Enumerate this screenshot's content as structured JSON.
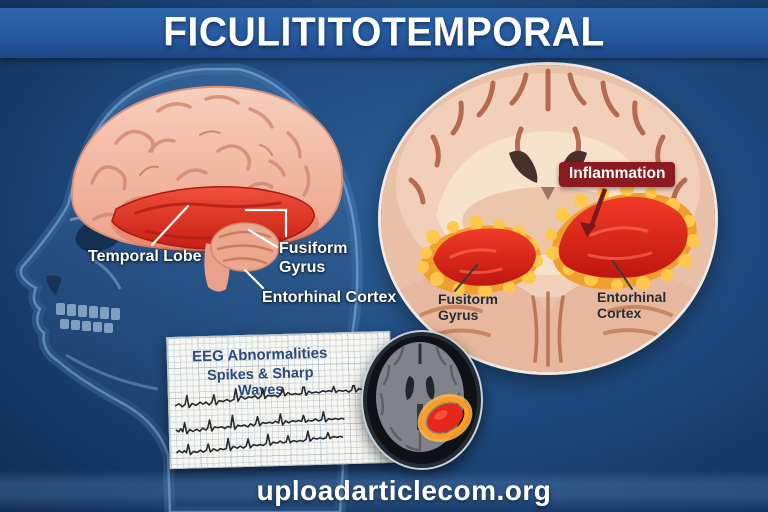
{
  "banner": {
    "title": "FICULITITOTEMPORAL"
  },
  "head_diagram": {
    "labels": {
      "temporal_lobe": "Temporal Lobe",
      "fusiform_gyrus_line1": "Fusiform",
      "fusiform_gyrus_line2": "Gyrus",
      "entorhinal_cortex": "Entorhinal Cortex"
    }
  },
  "coronal_inset": {
    "inflammation_badge": "Inflammation",
    "labels": {
      "fusiform_line1": "Fusitorm",
      "fusiform_line2": "Gyrus",
      "entorhinal_line1": "Entorhinal",
      "entorhinal_line2": "Cortex"
    }
  },
  "eeg_panel": {
    "title": "EEG Abnormalities",
    "subtitle": "Spikes & Sharp Waves",
    "trace_count": 3
  },
  "footer": {
    "website": "uploadarticlecom.org"
  },
  "colors": {
    "background_blue": "#1d4a7e",
    "banner_blue": "#2a5ca3",
    "label_white": "#ffffff",
    "inflammation_red": "#d8241f",
    "lesion_border_orange": "#f0a432",
    "badge_background": "#8c1b21",
    "brain_pink": "#f0bfa8",
    "inset_label_dark": "#262d36",
    "eeg_text_blue": "#2b4a7c",
    "skull_xray_blue": "#4a7db8"
  }
}
